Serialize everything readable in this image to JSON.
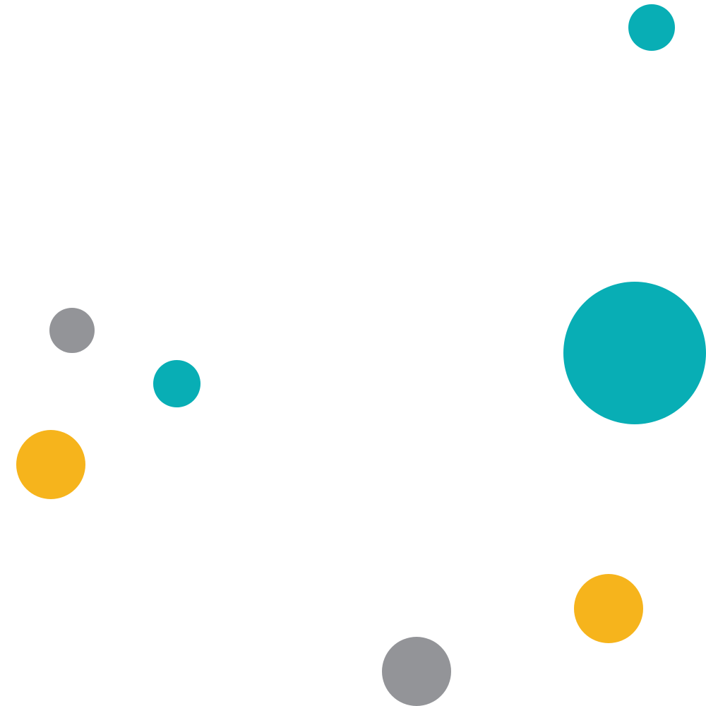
{
  "colors": {
    "teal": "#08AEB5",
    "gray": "#939498",
    "yellow": "#F6B41C"
  },
  "circles": [
    {
      "name": "teal-circle-small-top-right",
      "color": "teal"
    },
    {
      "name": "gray-circle-left",
      "color": "gray"
    },
    {
      "name": "teal-circle-small-left",
      "color": "teal"
    },
    {
      "name": "yellow-circle-left",
      "color": "yellow"
    },
    {
      "name": "teal-circle-large-right",
      "color": "teal"
    },
    {
      "name": "yellow-circle-bottom-right",
      "color": "yellow"
    },
    {
      "name": "gray-circle-bottom",
      "color": "gray"
    }
  ]
}
